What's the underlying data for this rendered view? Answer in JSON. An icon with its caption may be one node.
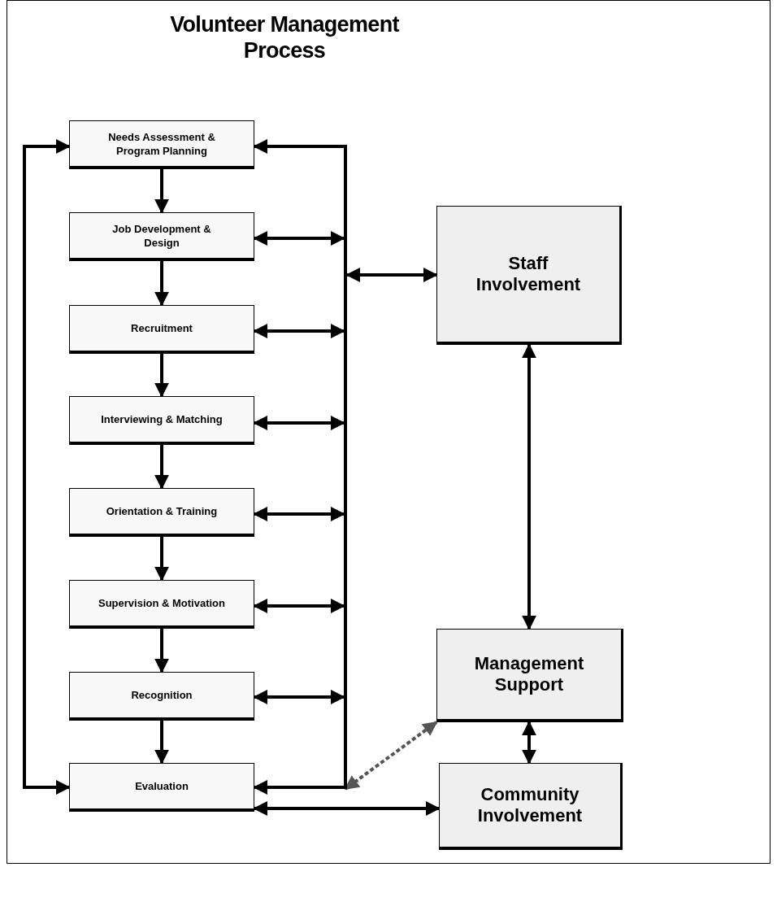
{
  "diagram": {
    "title": "Volunteer Management Process",
    "nodes": [
      {
        "text": [
          "Needs Assessment & Program Planning"
        ]
      },
      {
        "text": [
          "Job Development & Design"
        ]
      },
      {
        "text": [
          "Recruitment"
        ]
      },
      {
        "text": [
          "Interviewing & Matching"
        ]
      },
      {
        "text": [
          "Orientation & Training"
        ]
      },
      {
        "text": [
          "Supervision & Motivation"
        ]
      },
      {
        "text": [
          "Recognition"
        ]
      },
      {
        "text": [
          "Evaluation"
        ]
      },
      {
        "text": [],
        "shape": "bar"
      },
      {
        "text": [
          "Staff Involvement"
        ]
      },
      {
        "text": [
          "Management Support"
        ]
      },
      {
        "text": [
          "Community Involvement"
        ]
      }
    ],
    "edges": [
      {
        "from": 0,
        "to": 1,
        "arrow": "to"
      },
      {
        "from": 1,
        "to": 2,
        "arrow": "to"
      },
      {
        "from": 2,
        "to": 3,
        "arrow": "to"
      },
      {
        "from": 3,
        "to": 4,
        "arrow": "to"
      },
      {
        "from": 4,
        "to": 5,
        "arrow": "to"
      },
      {
        "from": 5,
        "to": 6,
        "arrow": "to"
      },
      {
        "from": 6,
        "to": 7,
        "arrow": "to"
      },
      {
        "from": 7,
        "to": 0,
        "arrow": "both"
      },
      {
        "from": 8,
        "to": 0,
        "arrow": "to"
      },
      {
        "from": 1,
        "to": 8,
        "arrow": "both"
      },
      {
        "from": 2,
        "to": 8,
        "arrow": "both"
      },
      {
        "from": 3,
        "to": 8,
        "arrow": "both"
      },
      {
        "from": 4,
        "to": 8,
        "arrow": "both"
      },
      {
        "from": 5,
        "to": 8,
        "arrow": "both"
      },
      {
        "from": 6,
        "to": 8,
        "arrow": "both"
      },
      {
        "from": 8,
        "to": 7,
        "arrow": "to"
      },
      {
        "from": 8,
        "to": 9,
        "arrow": "both"
      },
      {
        "from": 10,
        "to": 8,
        "arrow": "both",
        "style": "dashed"
      },
      {
        "from": 9,
        "to": 10,
        "arrow": "both"
      },
      {
        "from": 10,
        "to": 11,
        "arrow": "both"
      },
      {
        "from": 7,
        "to": 11,
        "arrow": "both"
      }
    ]
  }
}
